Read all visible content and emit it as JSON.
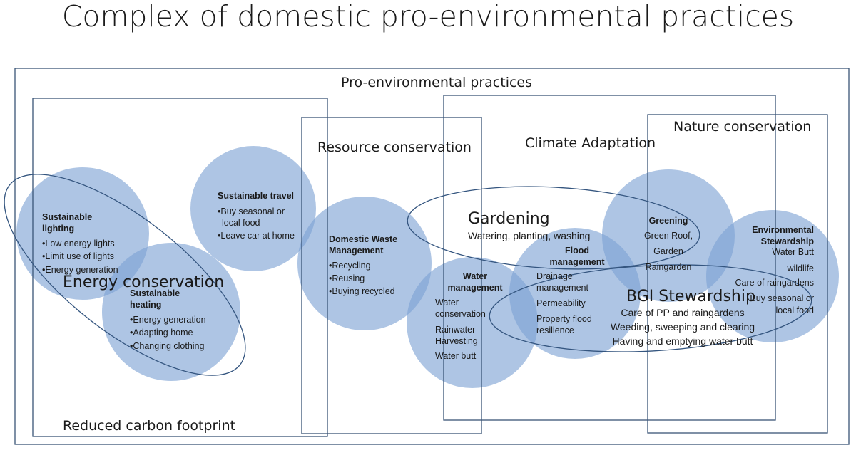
{
  "title": "Complex of domestic pro-environmental practices",
  "regions": {
    "pro_environmental": "Pro-environmental practices",
    "reduced_carbon": "Reduced carbon footprint",
    "resource_conservation": "Resource conservation",
    "climate_adaptation": "Climate Adaptation",
    "nature_conservation": "Nature conservation"
  },
  "groups": {
    "energy_conservation": "Energy conservation",
    "gardening": {
      "title": "Gardening",
      "subtitle": "Watering, planting, washing"
    },
    "bg_stewardship": {
      "title": "BGI Stewardship",
      "lines": [
        "Care of PP and raingardens",
        "Weeding, sweeping and clearing",
        "Having and emptying water butt"
      ]
    }
  },
  "practices": {
    "sustainable_lighting": {
      "heading": [
        "Sustainable",
        "lighting"
      ],
      "items": [
        "•Low energy lights",
        "•Limit use of lights",
        "•Energy generation"
      ]
    },
    "sustainable_heating": {
      "heading": [
        "Sustainable",
        "heating"
      ],
      "items": [
        "•Energy generation",
        "•Adapting home",
        "•Changing clothing"
      ]
    },
    "sustainable_travel": {
      "heading": [
        "Sustainable travel"
      ],
      "items": [
        "•Buy seasonal or",
        "local food",
        "•Leave car at home"
      ]
    },
    "domestic_waste": {
      "heading": [
        "Domestic Waste",
        "Management"
      ],
      "items": [
        "•Recycling",
        "•Reusing",
        "•Buying recycled"
      ]
    },
    "water_management": {
      "heading": [
        "Water",
        "management"
      ],
      "items": [
        "Water",
        "conservation",
        "Rainwater",
        "Harvesting",
        "Water butt"
      ]
    },
    "flood_management": {
      "heading": [
        "Flood",
        "management"
      ],
      "items": [
        "Drainage",
        "management",
        "Permeability",
        "Property flood",
        "resilience"
      ]
    },
    "greening": {
      "heading": [
        "Greening"
      ],
      "items": [
        "Green Roof,",
        "Garden",
        "Raingarden"
      ]
    },
    "environmental_stewardship": {
      "heading": [
        "Environmental",
        "Stewardship"
      ],
      "items": [
        "Water Butt",
        "wildlife",
        "Care of raingardens",
        "Buy seasonal or",
        "local food"
      ]
    }
  }
}
